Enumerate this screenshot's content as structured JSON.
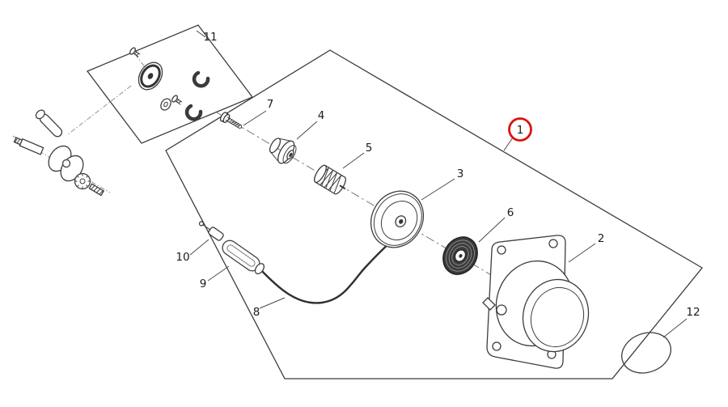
{
  "diagram": {
    "type": "exploded-parts-diagram",
    "colors": {
      "line": "#3c3c3c",
      "highlight_red": "#dd1111",
      "background": "#ffffff"
    },
    "labels": {
      "part1": "1",
      "part2": "2",
      "part3": "3",
      "part4": "4",
      "part5": "5",
      "part6": "6",
      "part7": "7",
      "part8": "8",
      "part9": "9",
      "part10": "10",
      "part11": "11",
      "part12": "12"
    }
  }
}
